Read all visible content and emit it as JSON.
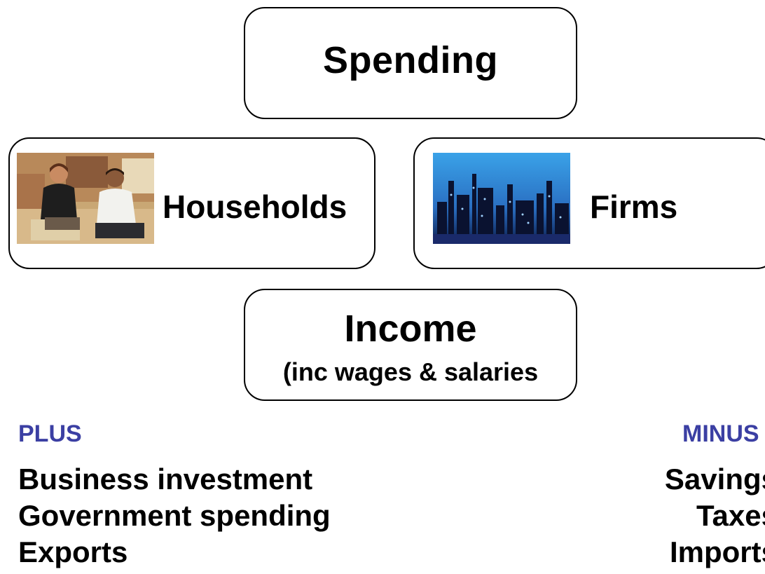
{
  "diagram": {
    "spending": {
      "label": "Spending"
    },
    "households": {
      "label": "Households",
      "photo": "households-photo"
    },
    "firms": {
      "label": "Firms",
      "photo": "industrial-plant-photo"
    },
    "income": {
      "label": "Income",
      "sublabel": "(inc wages & salaries"
    }
  },
  "plus": {
    "heading": "PLUS",
    "items": [
      "Business investment",
      "Government spending",
      "Exports"
    ]
  },
  "minus": {
    "heading": "MINUS",
    "items": [
      "Savings",
      "Taxes",
      "Imports"
    ]
  },
  "colors": {
    "heading": "#3b3fa3",
    "border": "#000000",
    "text": "#000000"
  }
}
